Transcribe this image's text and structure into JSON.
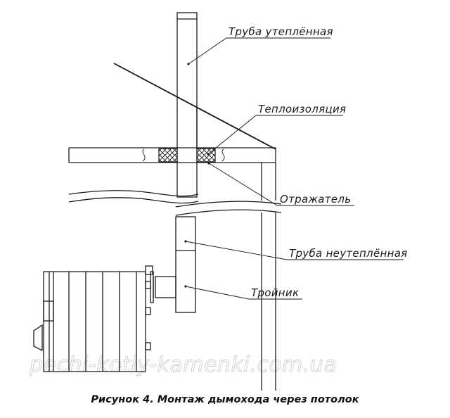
{
  "labels": {
    "insulated_pipe": "Труба утеплённая",
    "insulation": "Теплоизоляция",
    "reflector": "Отражатель",
    "uninsulated_pipe": "Труба неутеплённая",
    "tee": "Тройник"
  },
  "watermark": "pechi-kotly-kamenki.com.ua",
  "caption": "Рисунок 4. Монтаж дымохода через потолок"
}
